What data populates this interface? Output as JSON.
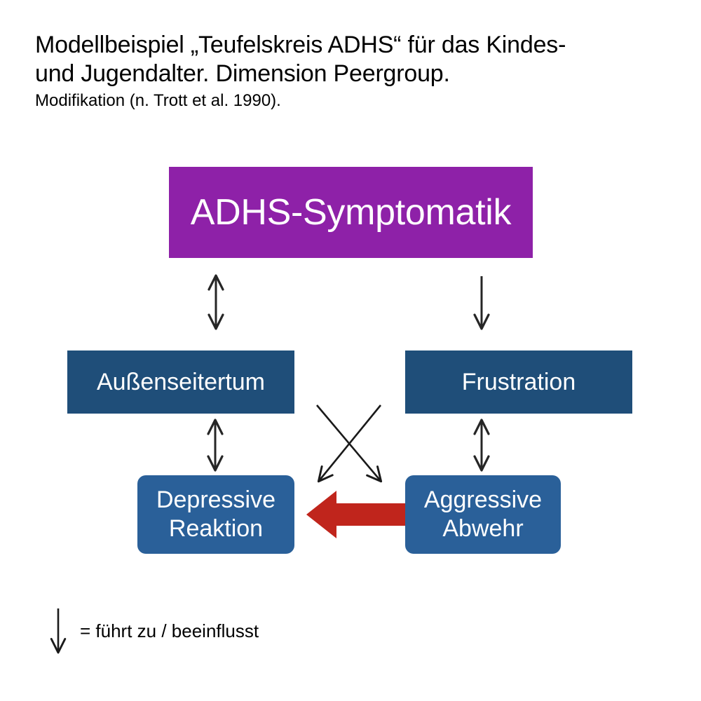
{
  "title": {
    "line1": "Modellbeispiel „Teufelskreis ADHS“ für das Kindes-",
    "line2": "und Jugendalter. Dimension Peergroup.",
    "subtitle": "Modifikation (n. Trott et al. 1990)."
  },
  "nodes": {
    "symptom": "ADHS-Symptomatik",
    "outsider": "Außenseitertum",
    "frustration": "Frustration",
    "depressive": "Depressive\nReaktion",
    "aggressive": "Aggressive\nAbwehr"
  },
  "legend": {
    "text": "= führt zu / beeinflusst",
    "arrow_icon": "down-arrow-icon"
  },
  "connectors": [
    {
      "name": "symptom-outsider",
      "type": "double-arrow-vertical"
    },
    {
      "name": "symptom-frustration",
      "type": "single-arrow-down"
    },
    {
      "name": "outsider-depressive",
      "type": "double-arrow-vertical"
    },
    {
      "name": "frustration-aggressive",
      "type": "double-arrow-vertical"
    },
    {
      "name": "frustration-depressive-diagonal",
      "type": "single-arrow-diagonal"
    },
    {
      "name": "outsider-aggressive-diagonal",
      "type": "single-arrow-diagonal"
    },
    {
      "name": "aggressive-to-depressive",
      "type": "thick-block-arrow-left"
    }
  ],
  "colors": {
    "symptom_box": "#8E21A8",
    "mid_box": "#1F4E79",
    "bottom_box": "#2A6099",
    "thick_arrow": "#C0251C",
    "connector_line": "#262626",
    "text_on_box": "#FFFFFF",
    "background": "#FFFFFF"
  }
}
